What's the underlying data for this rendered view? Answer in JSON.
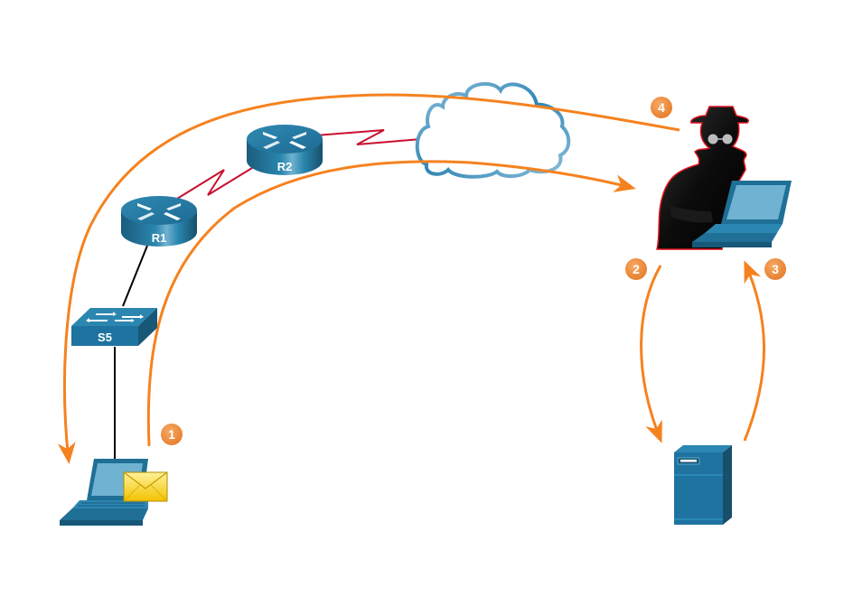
{
  "title": "Man-in-the-middle attack flow",
  "colors": {
    "arrow": "#f5821f",
    "serial_link": "#c8102e",
    "ethernet_link": "#000000",
    "device_blue": "#1f6f96",
    "badge": "#ec8a3c",
    "cloud": "#2a7fae",
    "hacker_outline": "#e0141e"
  },
  "devices": {
    "r1": {
      "label": "R1",
      "type": "router"
    },
    "r2": {
      "label": "R2",
      "type": "router"
    },
    "s5": {
      "label": "S5",
      "type": "switch"
    },
    "victim_pc": {
      "type": "laptop",
      "attachment": "email-envelope"
    },
    "internet": {
      "type": "cloud"
    },
    "attacker": {
      "type": "hacker-with-laptop"
    },
    "server": {
      "type": "server"
    }
  },
  "steps": [
    {
      "number": "1"
    },
    {
      "number": "2"
    },
    {
      "number": "3"
    },
    {
      "number": "4"
    }
  ]
}
